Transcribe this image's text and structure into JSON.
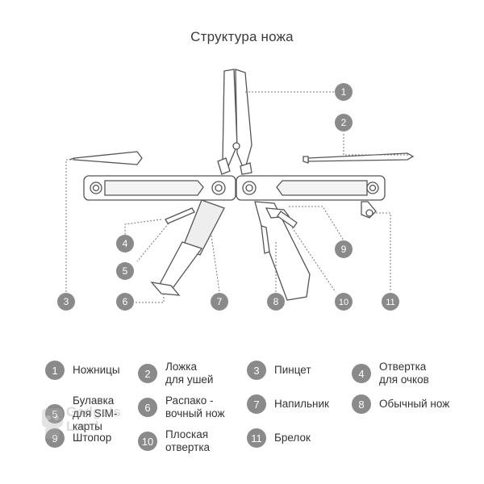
{
  "title": "Структура ножа",
  "callouts": [
    "1",
    "2",
    "3",
    "4",
    "5",
    "6",
    "7",
    "8",
    "9",
    "10",
    "11"
  ],
  "legend": [
    {
      "num": "1",
      "label": "Ножницы"
    },
    {
      "num": "2",
      "label": "Ложка\nдля ушей"
    },
    {
      "num": "3",
      "label": "Пинцет"
    },
    {
      "num": "4",
      "label": "Отвертка\nдля очков"
    },
    {
      "num": "5",
      "label": "Булавка\nдля SIM-\nкарты"
    },
    {
      "num": "6",
      "label": "Распако -\nвочный нож"
    },
    {
      "num": "7",
      "label": "Напильник"
    },
    {
      "num": "8",
      "label": "Обычный нож"
    },
    {
      "num": "9",
      "label": "Штопор"
    },
    {
      "num": "10",
      "label": "Плоская\nотвертка"
    },
    {
      "num": "11",
      "label": "Брелок"
    }
  ],
  "watermark": {
    "line1": "Gadgets",
    "line2": "Land"
  },
  "colors": {
    "badge": "#8a8a8a",
    "line": "#555555",
    "dotted": "#777777",
    "text": "#333333"
  }
}
